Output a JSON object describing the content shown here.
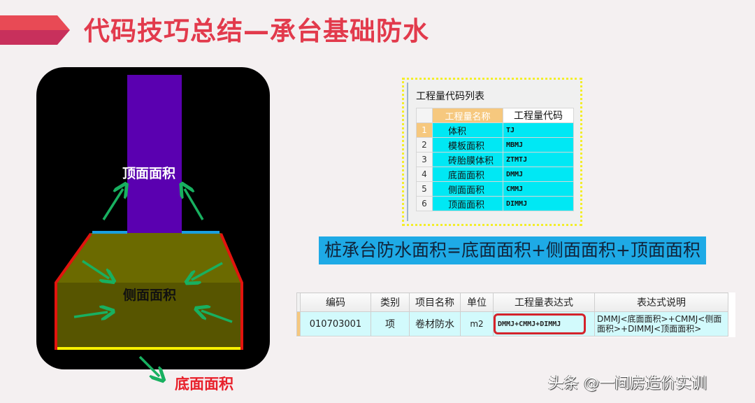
{
  "title": "代码技巧总结—承台基础防水",
  "colors": {
    "title": "#e23a4c",
    "arrow_top": "#e84a55",
    "arrow_bottom": "#c8305c",
    "column": "#5a00b0",
    "cap": "#6b6a00",
    "side_edge": "#e2140e",
    "top_edge": "#1aa0e0",
    "bottom_edge": "#f8f000",
    "pointer_arrows": "#18b060",
    "formula_bg": "#1eaae6",
    "highlight_border": "#d4232b"
  },
  "diagram": {
    "labels": {
      "top_area": "顶面面积",
      "side_area": "侧面面积",
      "bottom_area": "底面面积"
    }
  },
  "code_list": {
    "title": "工程量代码列表",
    "headers": [
      "",
      "工程量名称",
      "工程量代码"
    ],
    "rows": [
      {
        "index": "1",
        "name": "体积",
        "code": "TJ"
      },
      {
        "index": "2",
        "name": "模板面积",
        "code": "MBMJ"
      },
      {
        "index": "3",
        "name": "砖胎膜体积",
        "code": "ZTMTJ"
      },
      {
        "index": "4",
        "name": "底面面积",
        "code": "DMMJ"
      },
      {
        "index": "5",
        "name": "侧面面积",
        "code": "CMMJ"
      },
      {
        "index": "6",
        "name": "顶面面积",
        "code": "DIMMJ"
      }
    ],
    "selected_index": 0
  },
  "formula": "桩承台防水面积=底面面积+侧面面积+顶面面积",
  "quantity_table": {
    "headers": [
      "编码",
      "类别",
      "项目名称",
      "单位",
      "工程量表达式",
      "表达式说明"
    ],
    "row": {
      "code": "010703001",
      "category": "项",
      "item_name": "卷材防水",
      "unit": "m2",
      "expression": "DMMJ+CMMJ+DIMMJ",
      "description": "DMMJ<底面面积>+CMMJ<侧面面积>+DIMMJ<顶面面积>"
    }
  },
  "watermark": "头条 @一间房造价实训"
}
